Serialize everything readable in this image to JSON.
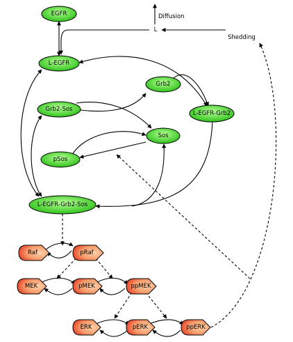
{
  "colors": {
    "green_light": "#b6ff96",
    "green_dark": "#2fc21a",
    "red_light": "#ffd0a8",
    "red_dark": "#e2301b",
    "stroke": "#000000"
  },
  "nodes": {
    "egfr": "EGFR",
    "l": "L",
    "l_egfr": "L-EGFR",
    "grb2": "Grb2",
    "grb2_sos": "Grb2-Sos",
    "l_egfr_grb2": "L-EGFR-Grb2",
    "sos": "Sos",
    "psos": "pSos",
    "l_egfr_grb2_sos": "L-EGFR-Grb2-Sos",
    "raf": "Raf",
    "praf": "pRaf",
    "mek": "MEK",
    "pmek": "pMEK",
    "ppmek": "ppMEK",
    "erk": "ERK",
    "perk": "pERK",
    "pperk": "ppERK"
  },
  "labels": {
    "diffusion": "Diffusion",
    "shedding": "Shedding"
  }
}
